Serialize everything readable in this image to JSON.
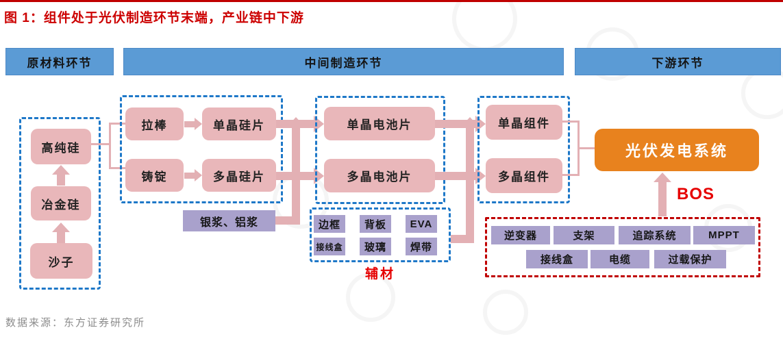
{
  "title": "图 1：组件处于光伏制造环节末端，产业链中下游",
  "source": "数据来源：东方证券研究所",
  "headers": {
    "raw_materials": "原材料环节",
    "intermediate": "中间制造环节",
    "downstream": "下游环节"
  },
  "raw_chain": {
    "sand": "沙子",
    "metallurgical_silicon": "冶金硅",
    "high_purity_silicon": "高纯硅"
  },
  "wafer_stage": {
    "rod_pulling": "拉棒",
    "mono_wafer": "单晶硅片",
    "ingot_casting": "铸锭",
    "poly_wafer": "多晶硅片",
    "paste": "银浆、铝浆"
  },
  "cell_stage": {
    "mono_cell": "单晶电池片",
    "poly_cell": "多晶电池片"
  },
  "aux_materials": {
    "label": "辅材",
    "frame": "边框",
    "backsheet": "背板",
    "eva": "EVA",
    "junction_box": "接线盒",
    "glass": "玻璃",
    "ribbon": "焊带"
  },
  "module_stage": {
    "mono_module": "单晶组件",
    "poly_module": "多晶组件"
  },
  "system": {
    "pv_system": "光伏发电系统",
    "bos": "BOS"
  },
  "bos_components": {
    "inverter": "逆变器",
    "rack": "支架",
    "tracking_system": "追踪系统",
    "mppt": "MPPT",
    "junction_box": "接线盒",
    "cable": "电缆",
    "overload_protection": "过载保护"
  },
  "colors": {
    "title_red": "#cc0000",
    "header_blue": "#5b9bd5",
    "node_pink": "#e9b7ba",
    "connector_pink": "#e3b0b4",
    "purple_box": "#a9a1cc",
    "orange_box": "#e8821e",
    "dashed_blue": "#1e78c8",
    "dashed_red": "#c00000",
    "bos_red": "#e60000",
    "source_gray": "#8c8c8c"
  }
}
